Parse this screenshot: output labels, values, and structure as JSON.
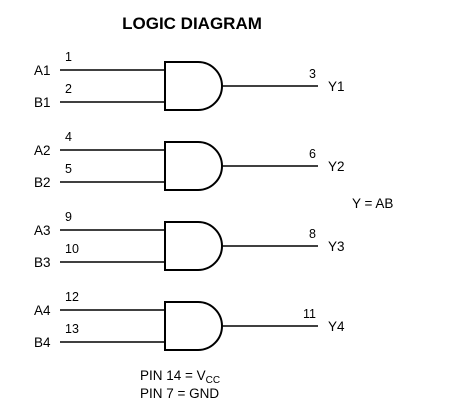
{
  "title": "LOGIC DIAGRAM",
  "gates": [
    {
      "in_a": {
        "name": "A1",
        "pin": "1"
      },
      "in_b": {
        "name": "B1",
        "pin": "2"
      },
      "out": {
        "name": "Y1",
        "pin": "3"
      }
    },
    {
      "in_a": {
        "name": "A2",
        "pin": "4"
      },
      "in_b": {
        "name": "B2",
        "pin": "5"
      },
      "out": {
        "name": "Y2",
        "pin": "6"
      }
    },
    {
      "in_a": {
        "name": "A3",
        "pin": "9"
      },
      "in_b": {
        "name": "B3",
        "pin": "10"
      },
      "out": {
        "name": "Y3",
        "pin": "8"
      }
    },
    {
      "in_a": {
        "name": "A4",
        "pin": "12"
      },
      "in_b": {
        "name": "B4",
        "pin": "13"
      },
      "out": {
        "name": "Y4",
        "pin": "11"
      }
    }
  ],
  "equation": "Y = AB",
  "power": {
    "prefix": "PIN 14 = V",
    "subscript": "CC"
  },
  "ground": "PIN 7 = GND"
}
